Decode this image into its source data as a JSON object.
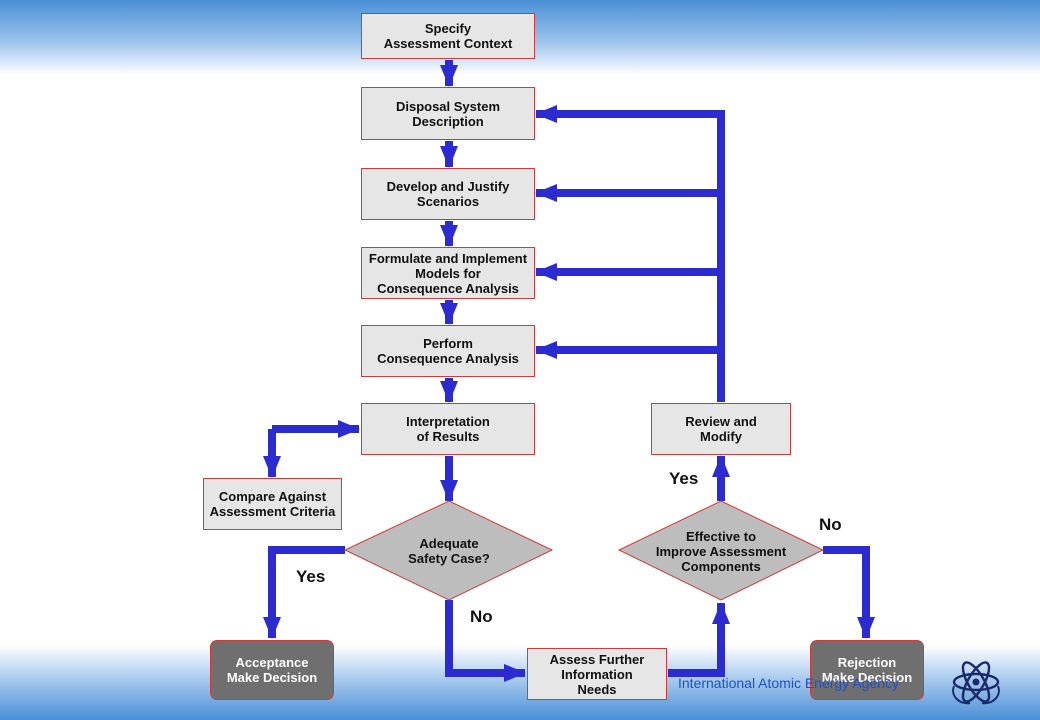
{
  "nodes": {
    "specify": "Specify\nAssessment Context",
    "disposal": "Disposal System\nDescription",
    "develop": "Develop and Justify\nScenarios",
    "formulate": "Formulate and Implement\nModels for\nConsequence Analysis",
    "perform": "Perform\nConsequence Analysis",
    "interpret": "Interpretation\nof Results",
    "compare": "Compare Against\nAssessment Criteria",
    "adequate": "Adequate\nSafety Case?",
    "review": "Review and\nModify",
    "effective": "Effective to\nImprove Assessment\nComponents",
    "assess": "Assess Further\nInformation\nNeeds",
    "acceptance": "Acceptance\nMake Decision",
    "rejection": "Rejection\nMake Decision"
  },
  "edge_labels": {
    "yes_left": "Yes",
    "no_down": "No",
    "yes_up": "Yes",
    "no_right": "No"
  },
  "footer": {
    "organization": "International Atomic Energy Agency"
  },
  "colors": {
    "arrow": "#2b2bd0",
    "box_fill": "#e6e6e6",
    "box_border": "#d03a3a",
    "terminal_fill": "#6f6f6f",
    "diamond_fill": "#bdbdbd"
  }
}
